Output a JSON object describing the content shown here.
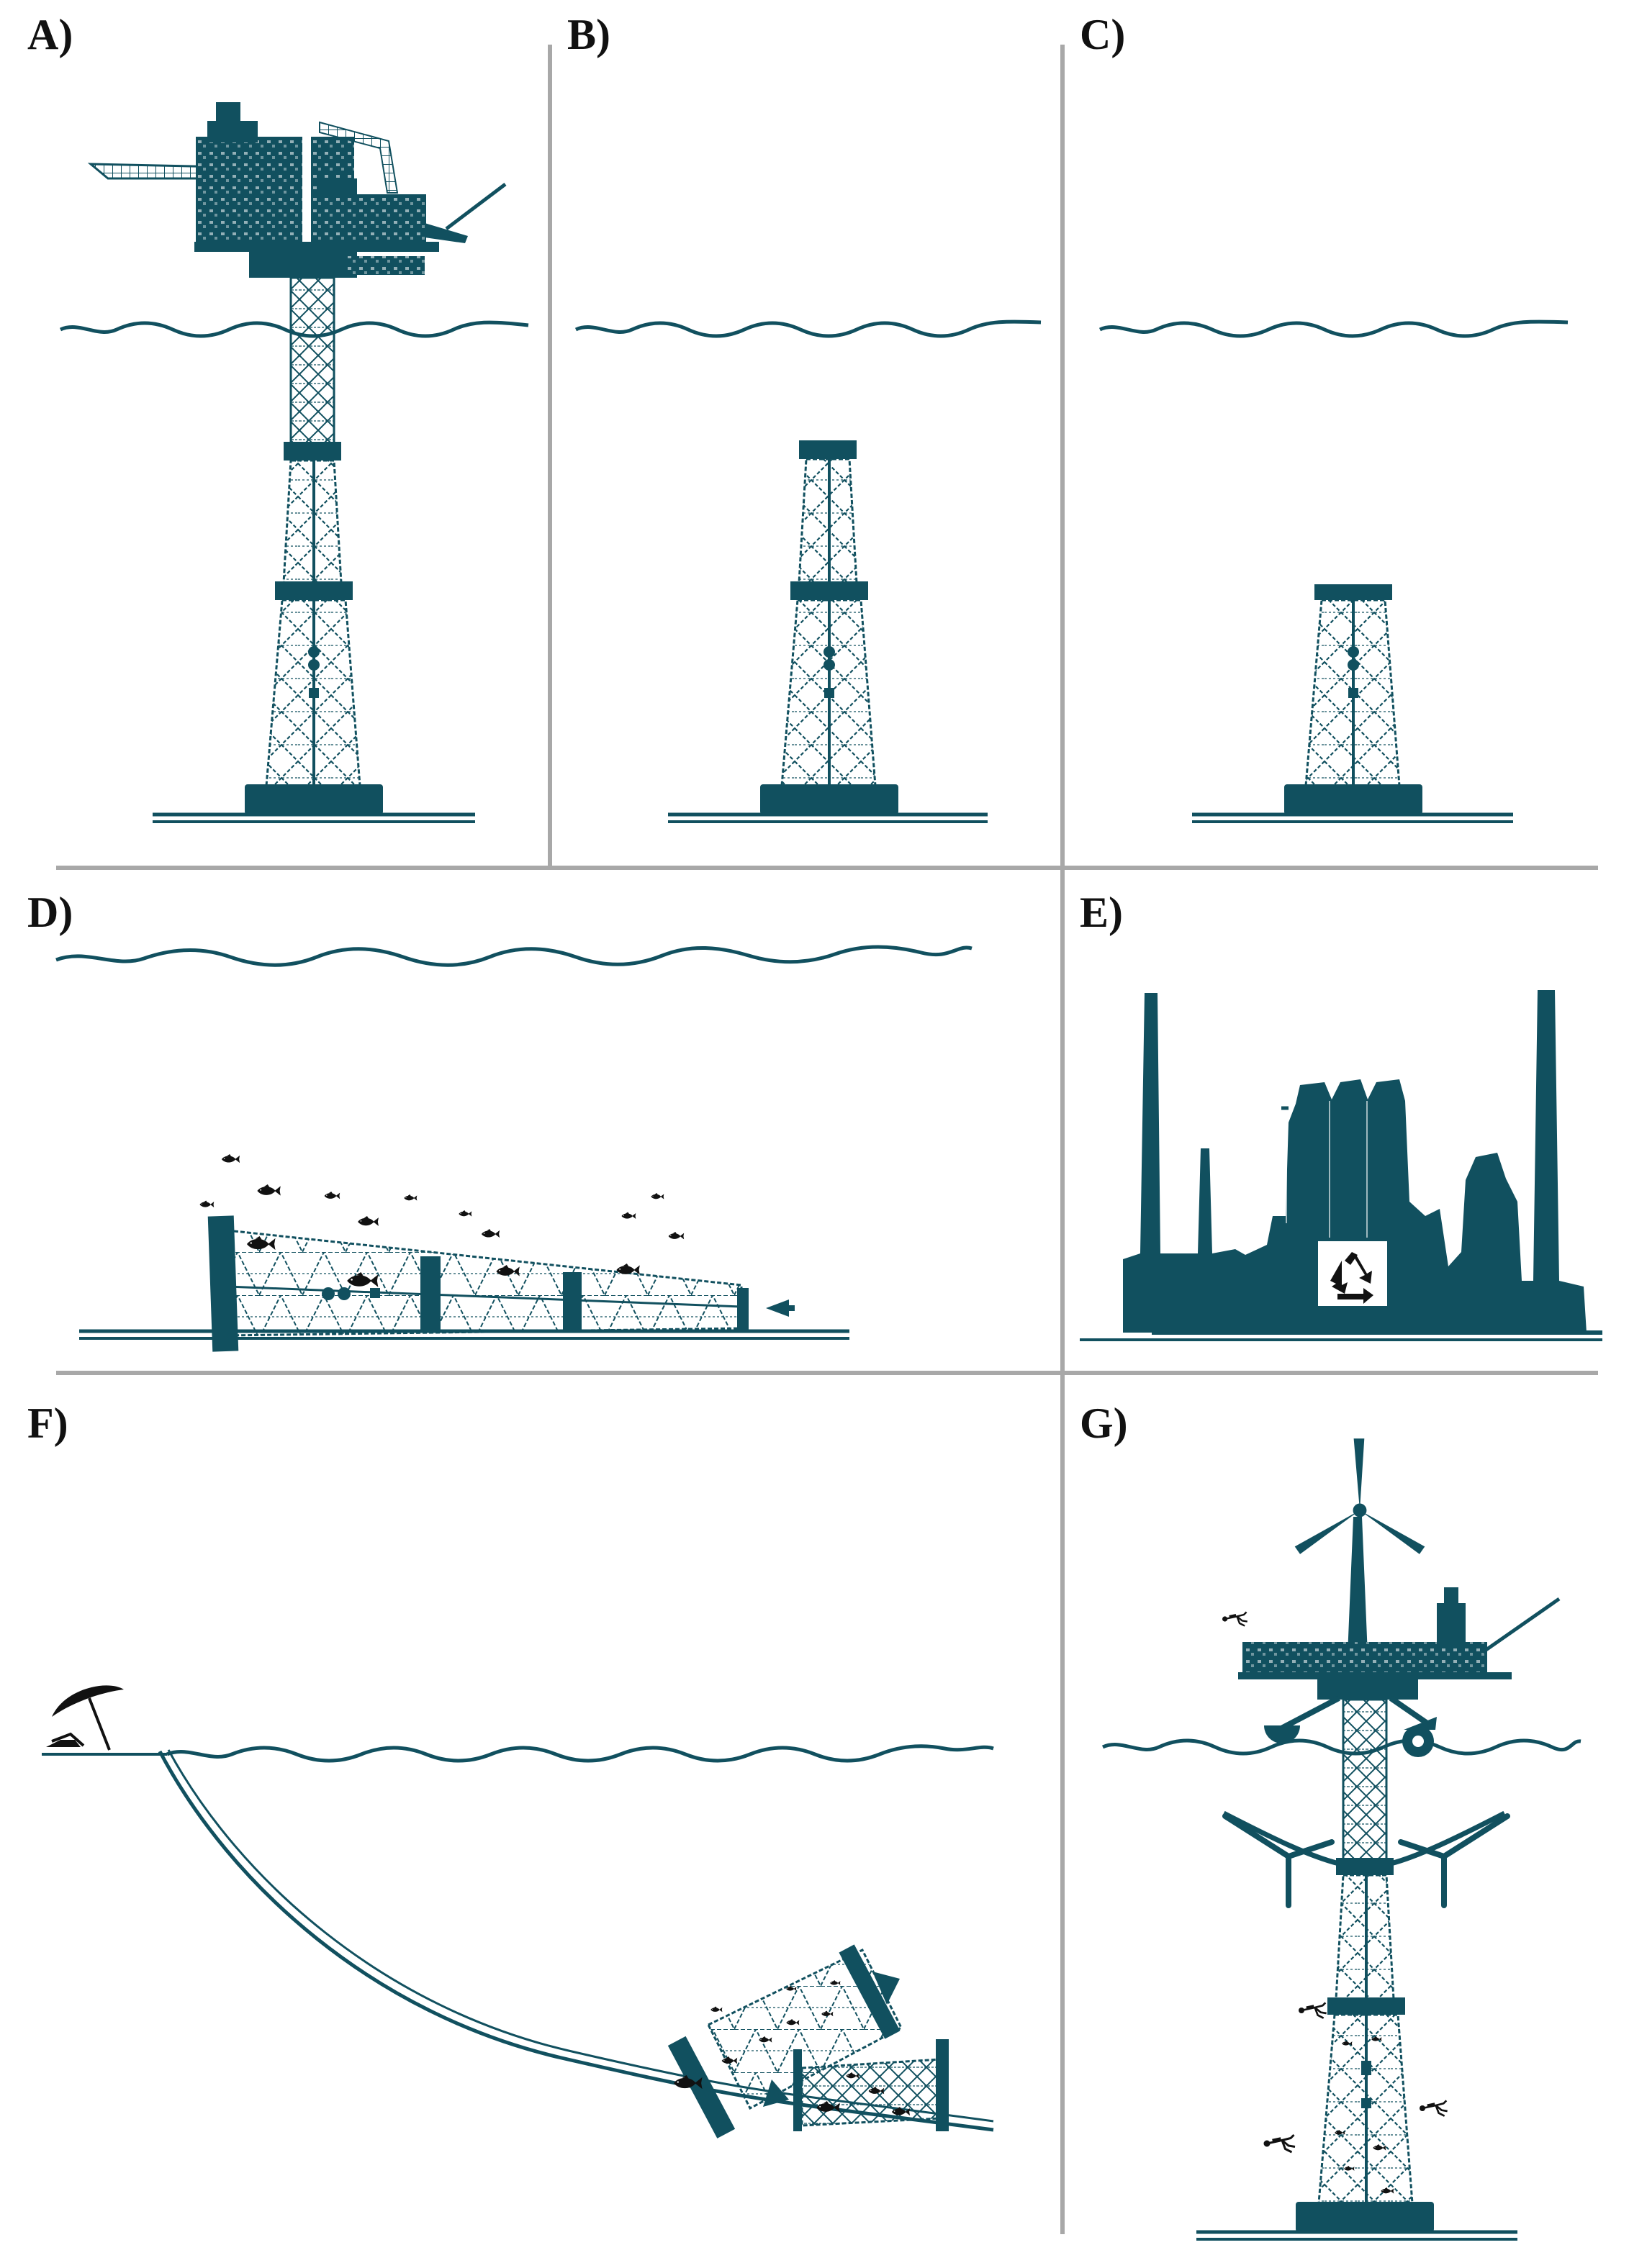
{
  "panels": [
    {
      "id": "A",
      "label": "A)"
    },
    {
      "id": "B",
      "label": "B)"
    },
    {
      "id": "C",
      "label": "C)"
    },
    {
      "id": "D",
      "label": "D)"
    },
    {
      "id": "E",
      "label": "E)"
    },
    {
      "id": "F",
      "label": "F)"
    },
    {
      "id": "G",
      "label": "G)"
    }
  ],
  "colors": {
    "structure": "#11505f",
    "divider": "#a8a8a8",
    "fish": "#111111",
    "label": "#111111"
  },
  "icons": [
    "oil-platform-icon",
    "jacket-structure-icon",
    "fish-icon",
    "refinery-icon",
    "recycle-icon",
    "wind-turbine-icon",
    "wave-energy-converter-icon",
    "diver-icon",
    "beach-umbrella-icon"
  ]
}
